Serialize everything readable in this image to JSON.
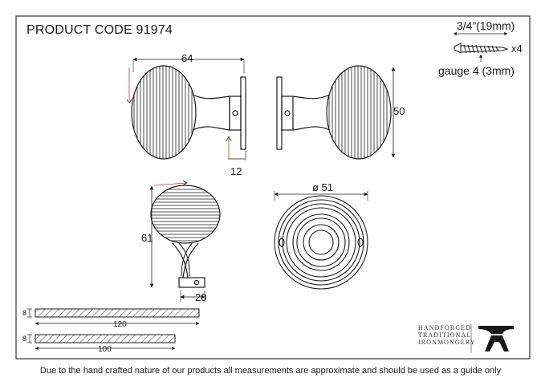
{
  "header": {
    "product_code": "PRODUCT CODE 91974"
  },
  "screw": {
    "length": "3/4”(19mm)",
    "quantity": "x4",
    "gauge": "gauge 4 (3mm)"
  },
  "dimensions": {
    "knob_depth": "64",
    "rose_height": "50",
    "rose_depth": "12",
    "knob_height": "61",
    "neck_width": "20",
    "rose_diameter": "ø 51",
    "spindle_long": "120",
    "spindle_short": "100",
    "spindle_square_long": "8",
    "spindle_square_short": "8"
  },
  "brand": {
    "lines": [
      "HANDFORGED",
      "TRADITIONAL",
      "IRONMONGERY"
    ],
    "mark": "anvil-logo"
  },
  "footer": {
    "note": "Due to the hand crafted nature of our products all measurements are approximate and should be used as a guide only"
  },
  "colors": {
    "line": "#1a1a1a",
    "accent": "#c0392b",
    "frame": "#333333"
  }
}
